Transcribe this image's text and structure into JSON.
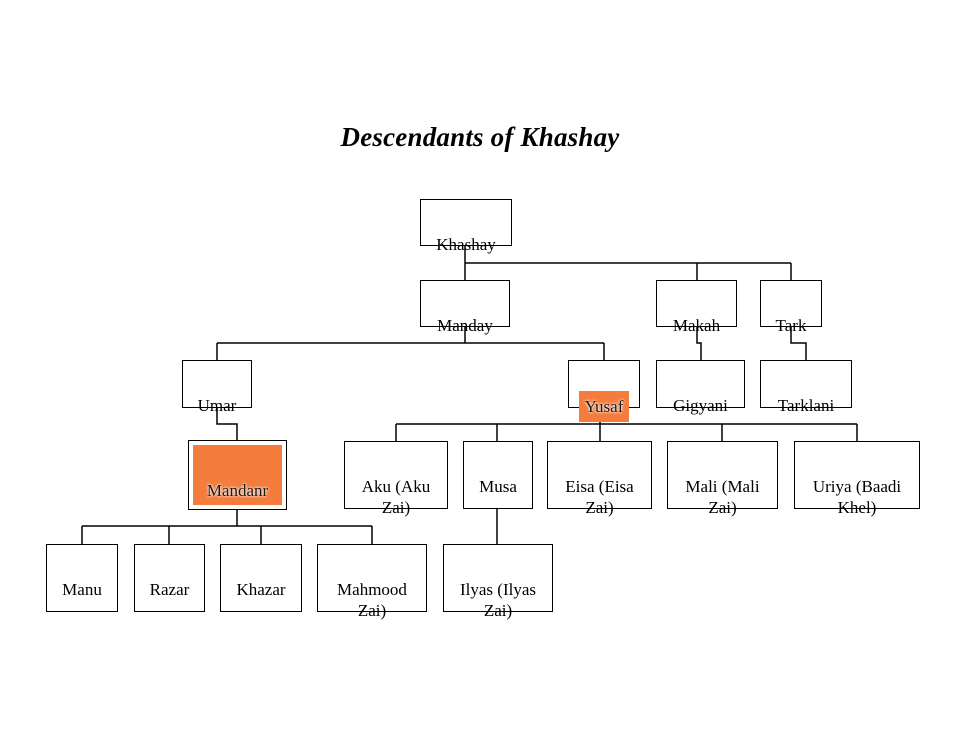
{
  "title": "Descendants of Khashay",
  "colors": {
    "highlight": "#f47c3c",
    "line": "#000000",
    "box_border": "#000000",
    "background": "#ffffff"
  },
  "nodes": {
    "khashay": "Khashay",
    "manday": "Manday",
    "makah": "Makah",
    "tark": "Tark",
    "umar": "Umar",
    "yusaf": "Yusaf",
    "gigyani": "Gigyani",
    "tarklani": "Tarklani",
    "mandanr": "Mandanr",
    "aku": "Aku (Aku Zai)",
    "musa": "Musa",
    "eisa": "Eisa (Eisa Zai)",
    "mali": "Mali (Mali Zai)",
    "uriya": "Uriya (Baadi Khel)",
    "manu": "Manu",
    "razar": "Razar",
    "khazar": "Khazar",
    "mahmood": "Mahmood Zai)",
    "ilyas": "Ilyas (Ilyas Zai)"
  },
  "highlighted": [
    "yusaf",
    "mandanr"
  ]
}
